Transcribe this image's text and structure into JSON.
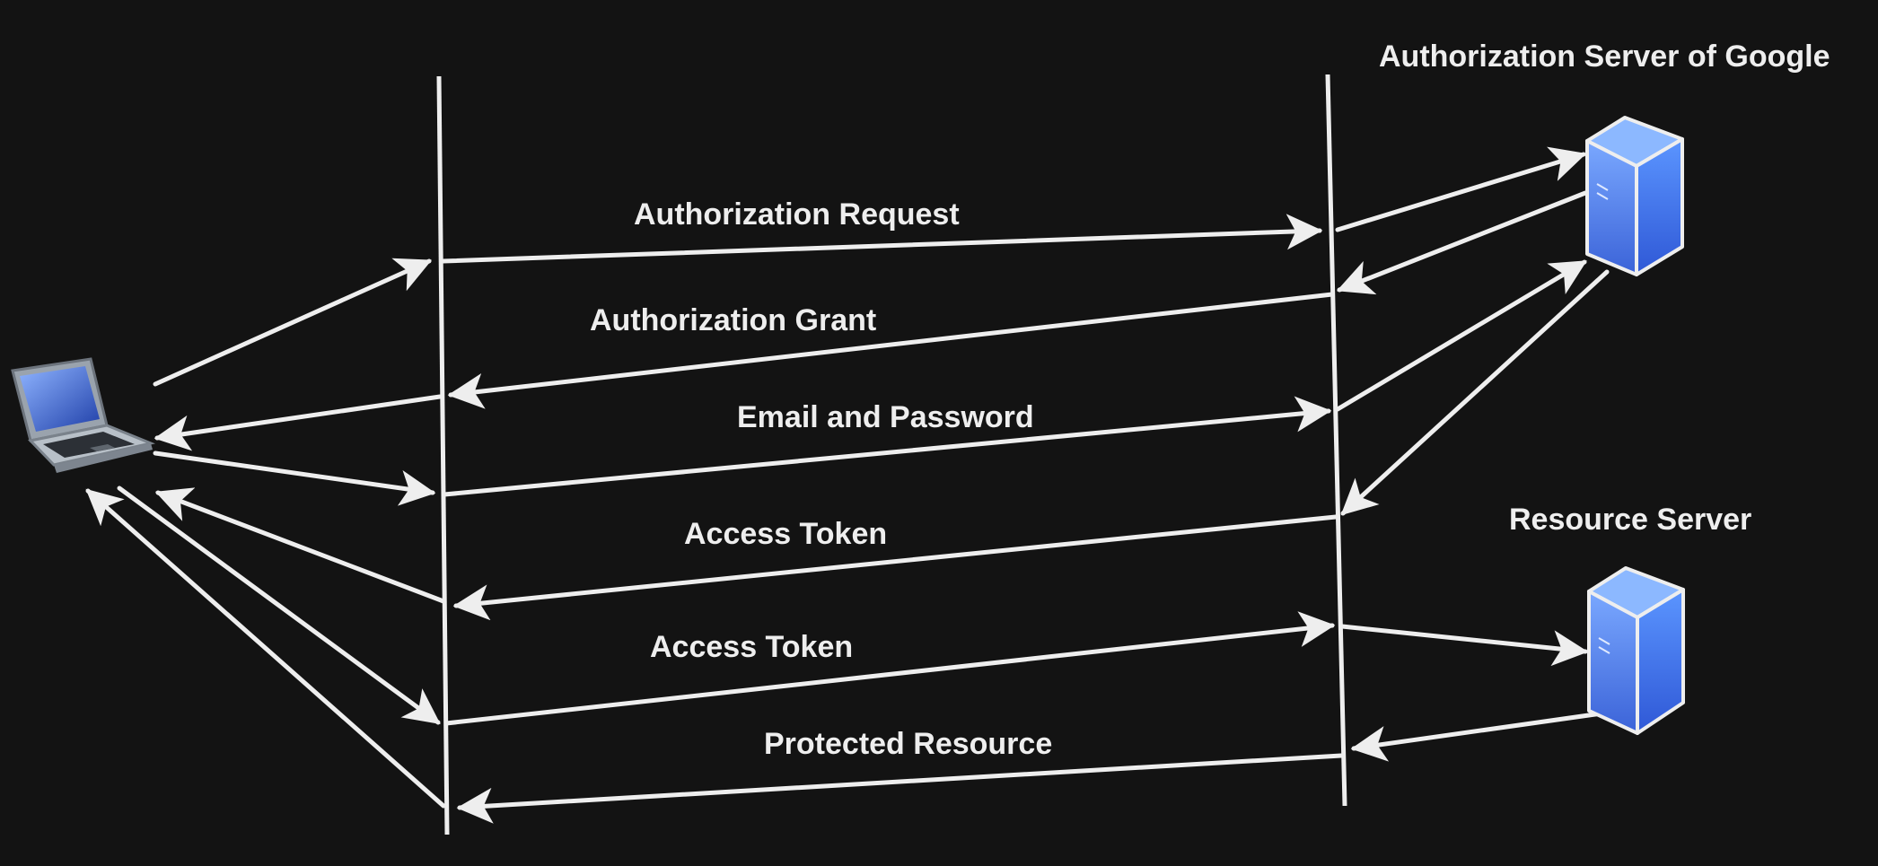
{
  "labels": {
    "auth_server": "Authorization Server of Google",
    "resource_server": "Resource Server",
    "authorization_request": "Authorization Request",
    "authorization_grant": "Authorization Grant",
    "email_and_password": "Email and Password",
    "access_token_1": "Access Token",
    "access_token_2": "Access Token",
    "protected_resource": "Protected Resource"
  },
  "colors": {
    "background": "#131313",
    "line": "#eeeeee",
    "server_front": "#3f73e8",
    "server_side": "#2b4fb8",
    "server_top": "#7fb0ff"
  },
  "icons": {
    "client": "laptop-icon",
    "auth_server": "server-icon",
    "resource_server": "server-icon"
  }
}
